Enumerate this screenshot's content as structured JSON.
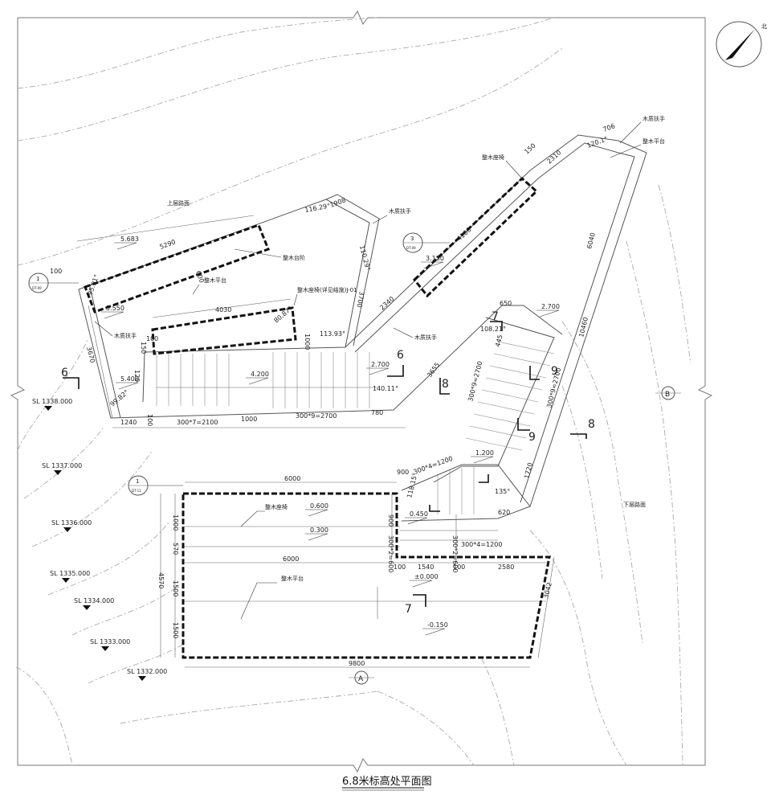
{
  "title": "6.8米标高处平面图",
  "north_label": "北",
  "axes": {
    "A": "A",
    "B": "B"
  },
  "section_marks": [
    "6",
    "6",
    "7",
    "7",
    "8",
    "8",
    "9",
    "9"
  ],
  "detail_bubbles": [
    {
      "num": "1",
      "ref": "DT-09"
    },
    {
      "num": "3",
      "ref": "DT-09"
    },
    {
      "num": "1",
      "ref": "DT-11"
    }
  ],
  "sl_levels": [
    "SL 1338.000",
    "SL 1337.000",
    "SL 1336.000",
    "SL 1335.000",
    "SL 1334.000",
    "SL 1333.000",
    "SL 1332.000"
  ],
  "elevations": [
    "5.683",
    "5.550",
    "5.400",
    "4.200",
    "2.700",
    "3.150",
    "2.700",
    "1.200",
    "0.600",
    "0.300",
    "0.450",
    "±0.000",
    "-0.150"
  ],
  "labels": {
    "upper_road": "上层路面",
    "lower_road": "下层路面",
    "wood_step": "整木台阶",
    "wood_seat_1": "整木座椅",
    "wood_seat_2": "整木座椅(详见结施)J-01",
    "wood_seat_3": "整木座椅",
    "wood_seat_4": "整木座椅",
    "platform_1": "整木平台",
    "platform_2": "整木平台",
    "platform_3": "整木平台",
    "handrail_1": "木质扶手",
    "handrail_2": "木质扶手",
    "handrail_3": "木质扶手",
    "handrail_4": "木质扶手"
  },
  "dimensions": [
    "100",
    "5290",
    "600",
    "4030",
    "1000",
    "3670",
    "1240",
    "300*7=2100",
    "1000",
    "300*9=2700",
    "780",
    "150",
    "120",
    "100",
    "1908",
    "3700",
    "2340",
    "4100",
    "150",
    "2310",
    "706",
    "6040",
    "10460",
    "3655",
    "650",
    "445",
    "300*9=2700",
    "300*9=2700",
    "300*4=1200",
    "900",
    "1720",
    "620",
    "300*4=1200",
    "6000",
    "1000",
    "570",
    "4570",
    "1500",
    "1500",
    "900",
    "300*2=600",
    "300*2=600",
    "6000",
    "100",
    "1540",
    "100",
    "2580",
    "3042",
    "9800",
    "100"
  ],
  "angles": [
    "116.29°",
    "110.29°",
    "95.91°",
    "80.87°",
    "113.93°",
    "99.82°",
    "140.11°",
    "108.21°",
    "120.1°",
    "118.15°",
    "135°"
  ]
}
